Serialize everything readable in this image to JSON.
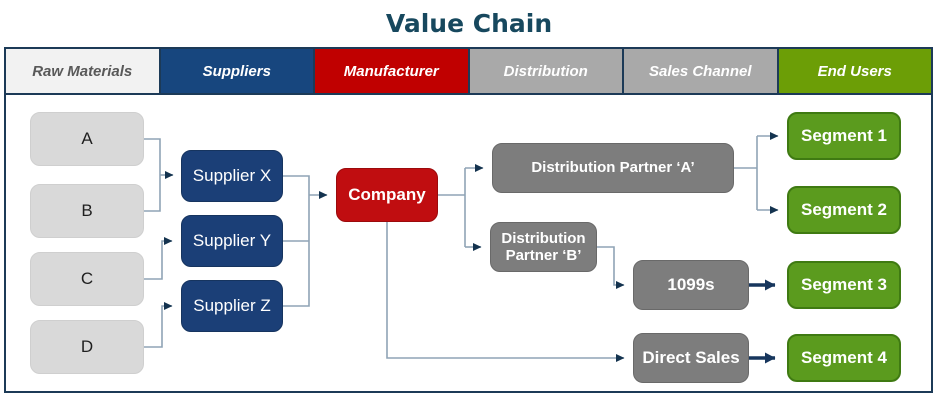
{
  "title": "Value Chain",
  "tabs": [
    {
      "label": "Raw Materials",
      "bg": "#F2F2F2",
      "text_color": "#595959"
    },
    {
      "label": "Suppliers",
      "bg": "#17467E",
      "text_color": "#FFFFFF"
    },
    {
      "label": "Manufacturer",
      "bg": "#C00000",
      "text_color": "#FFFFFF"
    },
    {
      "label": "Distribution",
      "bg": "#A9A9A9",
      "text_color": "#FFFFFF"
    },
    {
      "label": "Sales Channel",
      "bg": "#A9A9A9",
      "text_color": "#FFFFFF"
    },
    {
      "label": "End Users",
      "bg": "#6C9E06",
      "text_color": "#FFFFFF"
    }
  ],
  "nodes": {
    "raw_materials": [
      {
        "label": "A"
      },
      {
        "label": "B"
      },
      {
        "label": "C"
      },
      {
        "label": "D"
      }
    ],
    "suppliers": [
      {
        "label": "Supplier X"
      },
      {
        "label": "Supplier Y"
      },
      {
        "label": "Supplier Z"
      }
    ],
    "manufacturer": {
      "label": "Company"
    },
    "distribution": [
      {
        "label": "Distribution Partner ‘A’"
      },
      {
        "label": "Distribution Partner ‘B’"
      }
    ],
    "sales_channel": [
      {
        "label": "1099s"
      },
      {
        "label": "Direct Sales"
      }
    ],
    "end_users": [
      {
        "label": "Segment 1"
      },
      {
        "label": "Segment 2"
      },
      {
        "label": "Segment 3"
      },
      {
        "label": "Segment 4"
      }
    ]
  },
  "connections": [
    "A -> Supplier X",
    "B -> Supplier X",
    "C -> Supplier Y",
    "D -> Supplier Z",
    "Supplier X -> Company",
    "Supplier Y -> Company",
    "Supplier Z -> Company",
    "Company -> Distribution Partner ‘A’",
    "Company -> Distribution Partner ‘B’",
    "Company -> Direct Sales",
    "Distribution Partner ‘A’ -> Segment 1",
    "Distribution Partner ‘A’ -> Segment 2",
    "Distribution Partner ‘B’ -> 1099s",
    "1099s -> Segment 3",
    "Direct Sales -> Segment 4"
  ],
  "colors": {
    "title_text": "#17485E",
    "panel_border": "#1C3A57",
    "connector_line": "#8FA3B5",
    "arrowhead": "#14334F",
    "thick_arrow": "#17365D",
    "raw_box_fill": "#D9D9D9",
    "supplier_box_fill": "#1B3F77",
    "company_box_fill": "#C00D10",
    "gray_box_fill": "#7D7D7D",
    "segment_box_fill": "#5B9B1E",
    "segment_box_border": "#3F7A12"
  }
}
